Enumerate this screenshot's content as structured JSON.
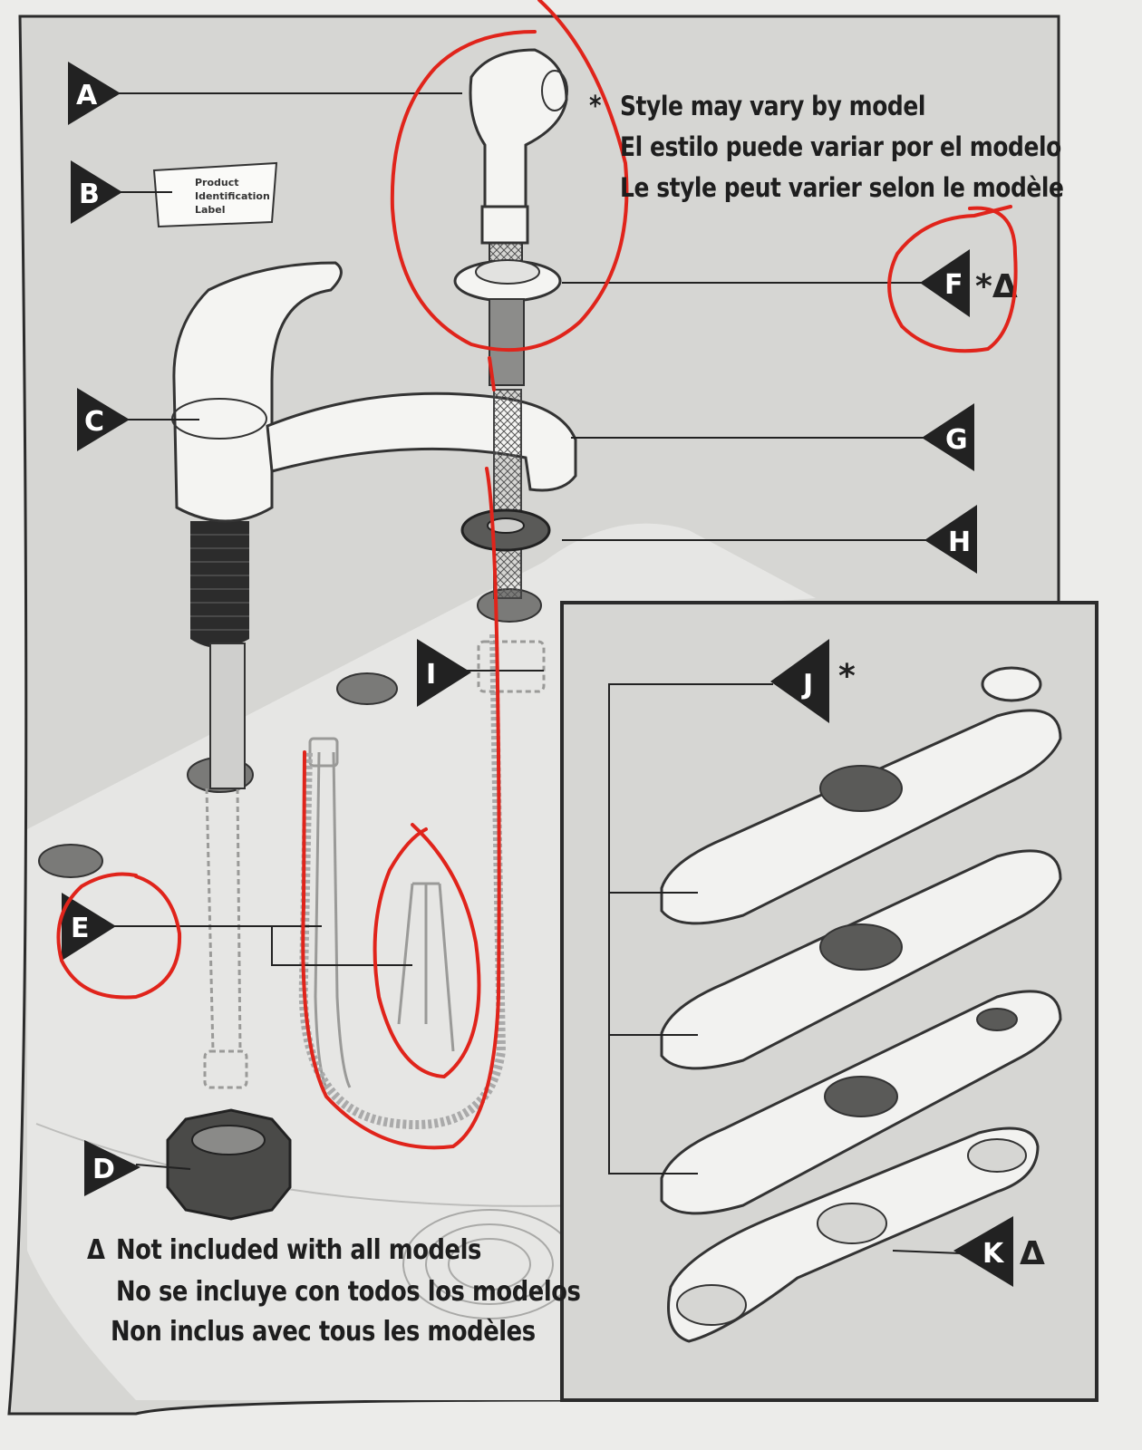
{
  "notes": {
    "style_star": "*",
    "style_lines": [
      "Style may vary by model",
      "El estilo puede variar por el modelo",
      "Le style peut varier selon le modèle"
    ],
    "not_included_symbol": "Δ",
    "not_included_lines": [
      "Not included with all models",
      "No se incluye con todos los modelos",
      "Non inclus avec tous les modèles"
    ]
  },
  "product_label": [
    "Product",
    "Identification",
    "Label"
  ],
  "part_labels": {
    "A": "A",
    "B": "B",
    "C": "C",
    "D": "D",
    "E": "E",
    "F": "F",
    "G": "G",
    "H": "H",
    "I": "I",
    "J": "J",
    "K": "K"
  },
  "label_suffixes": {
    "F": "*Δ",
    "J": "*",
    "K": "Δ"
  },
  "colors": {
    "background": "#d9d9d6",
    "panel_border": "#2b2b2b",
    "callout_fill": "#222222",
    "annotation_red": "#e0241b"
  }
}
